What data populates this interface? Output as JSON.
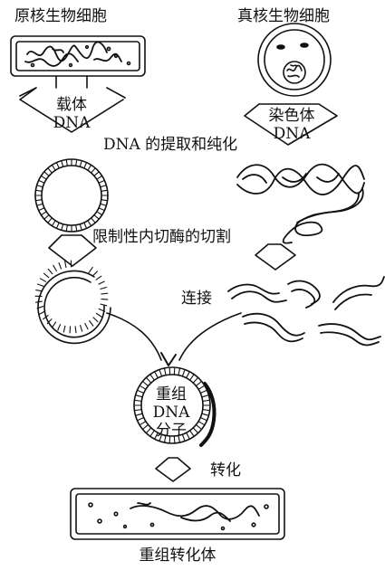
{
  "labels": {
    "prokaryote_cell": "原核生物细胞",
    "eukaryote_cell": "真核生物细胞",
    "vector": "载体",
    "vector_dna": "DNA",
    "chromosome": "染色体",
    "chromosome_dna": "DNA",
    "extraction": "DNA 的提取和纯化",
    "restriction": "限制性内切酶的切割",
    "ligation": "连接",
    "recombinant_1": "重组",
    "recombinant_2": "DNA",
    "recombinant_3": "分子",
    "transformation": "转化",
    "transformant": "重组转化体"
  },
  "colors": {
    "ink": "#111111",
    "paper": "#ffffff"
  }
}
